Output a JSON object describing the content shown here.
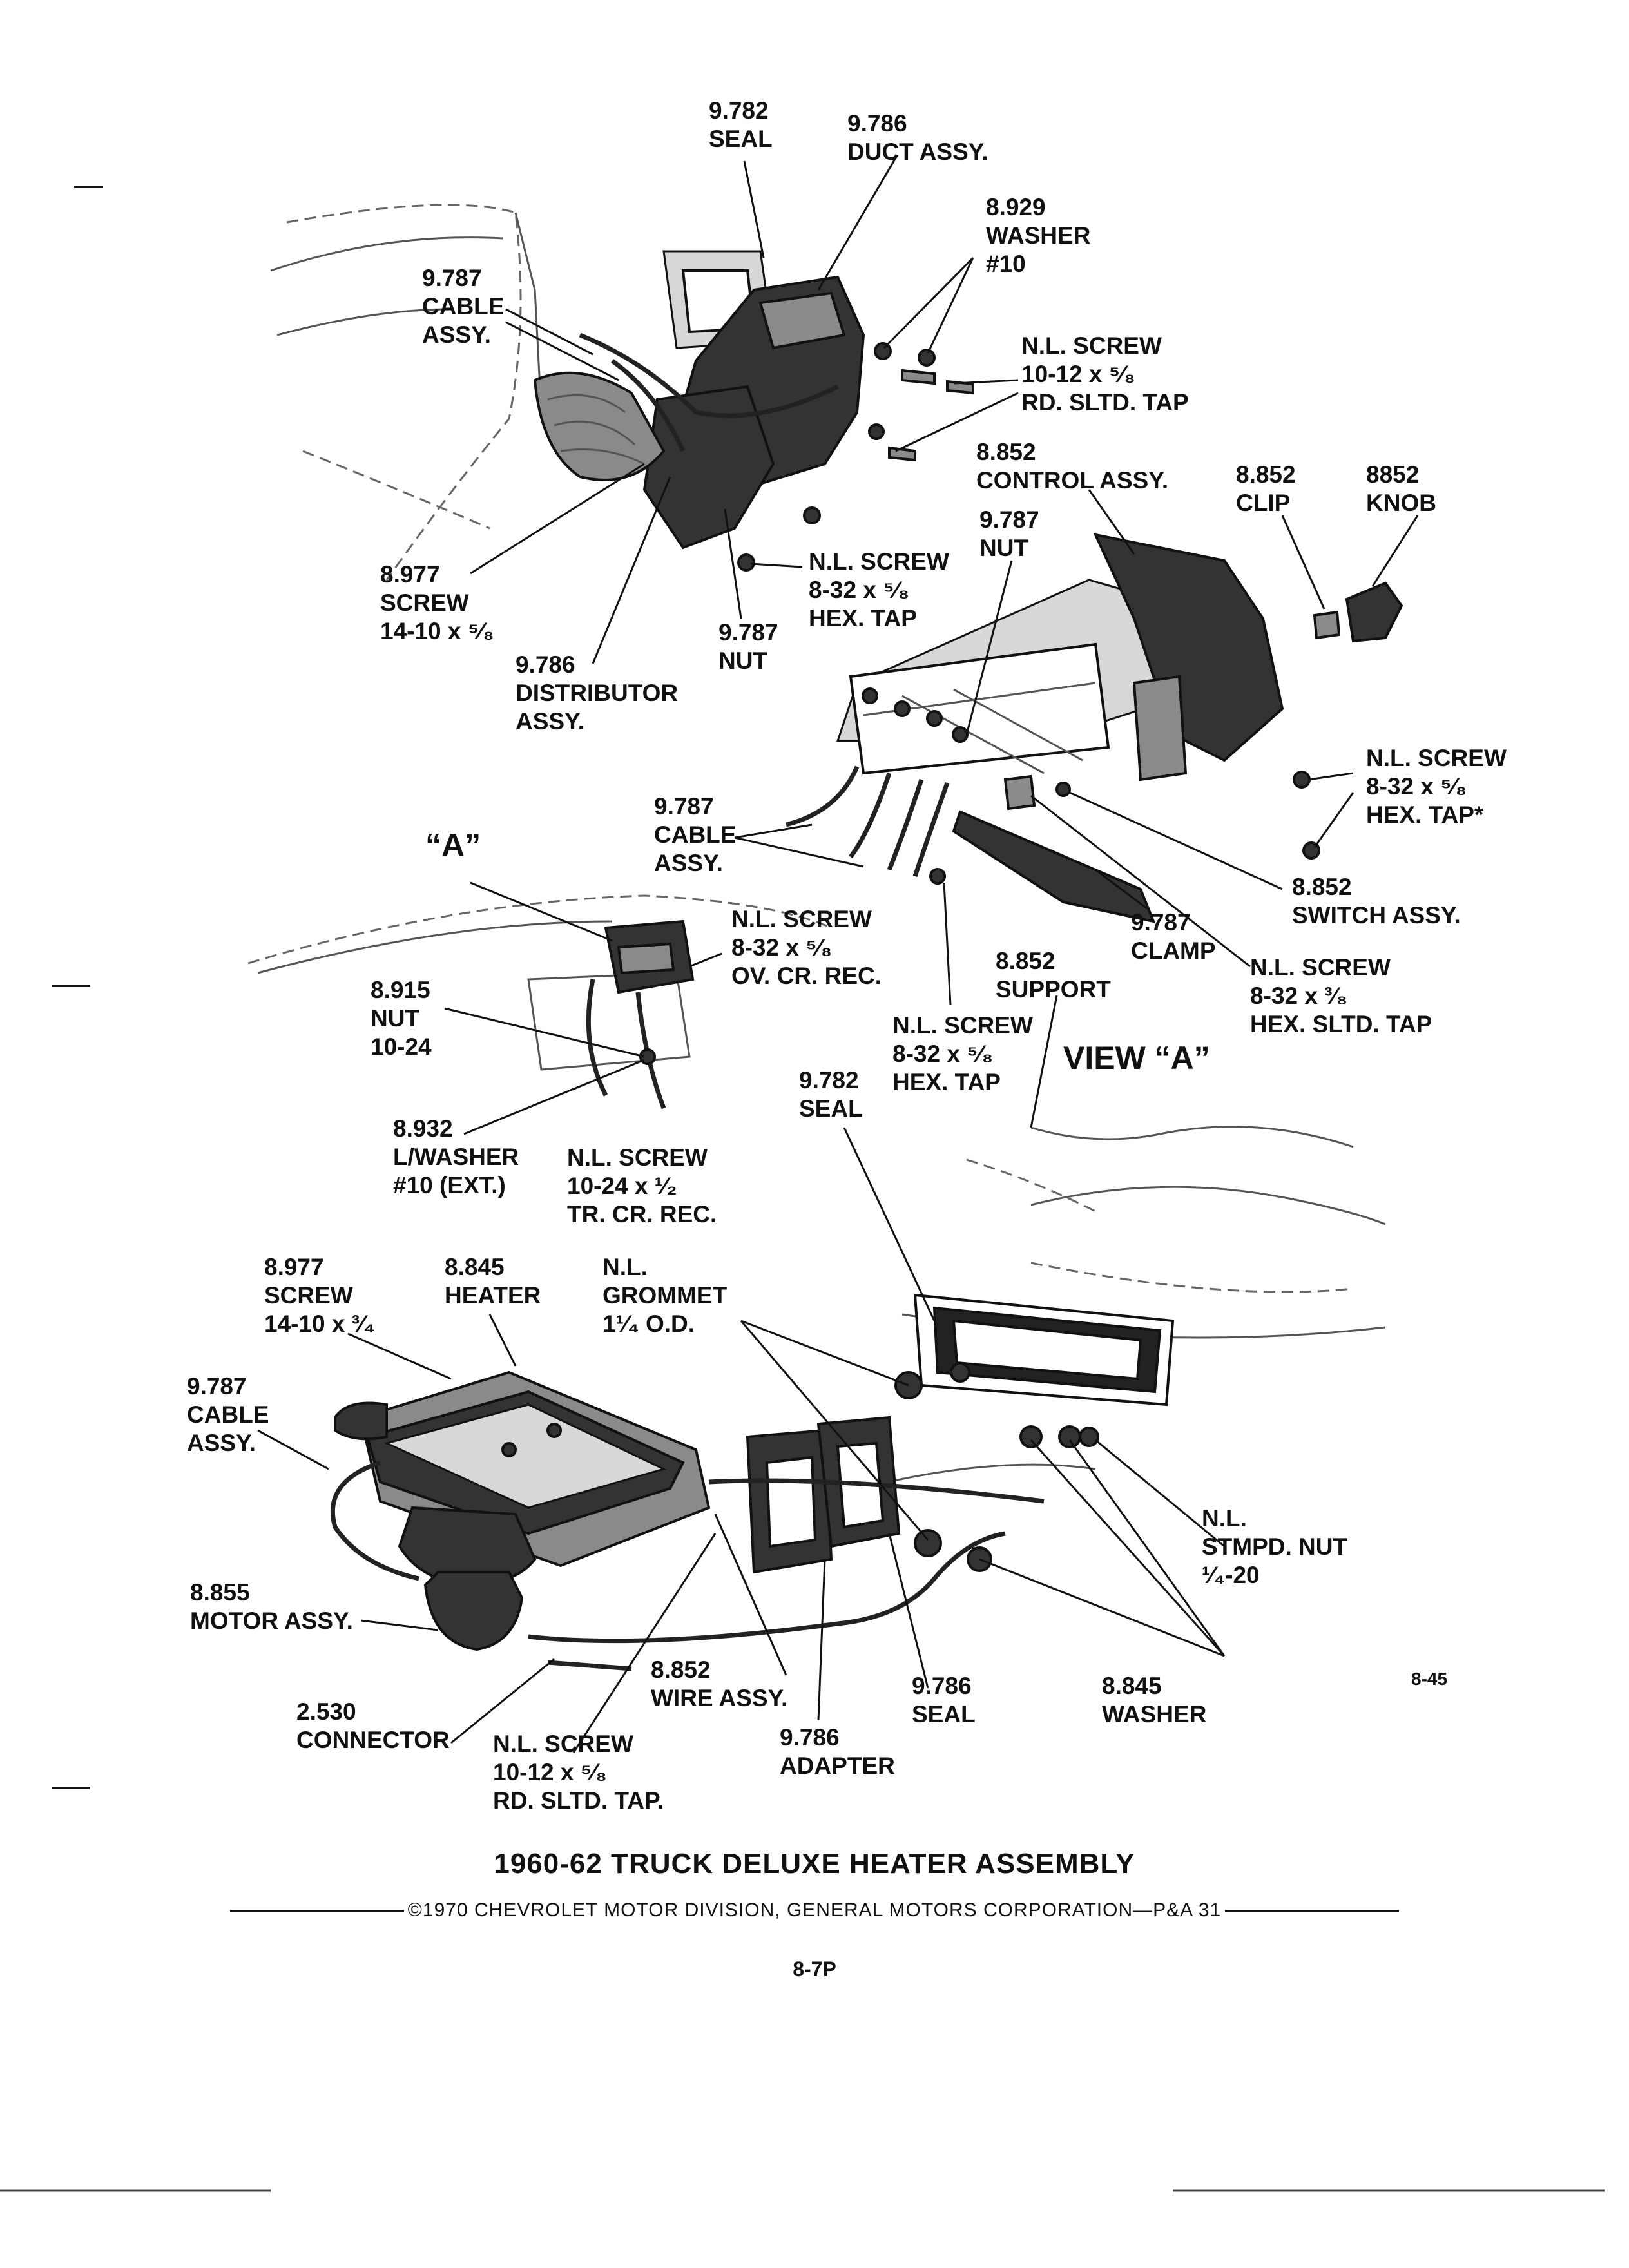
{
  "labels": {
    "seal_9782_top": [
      "9.782",
      "SEAL"
    ],
    "duct_assy": [
      "9.786",
      "DUCT ASSY."
    ],
    "washer_8929": [
      "8.929",
      "WASHER",
      "#10"
    ],
    "cable_assy_top": [
      "9.787",
      "CABLE",
      "ASSY."
    ],
    "screw_nl_1012_top": [
      "N.L. SCREW",
      "10-12 x ⁵⁄₈",
      "RD. SLTD. TAP"
    ],
    "control_assy": [
      "8.852",
      "CONTROL ASSY."
    ],
    "clip": [
      "8.852",
      "CLIP"
    ],
    "knob": [
      "8852",
      "KNOB"
    ],
    "nut_9787_upper": [
      "9.787",
      "NUT"
    ],
    "screw_8977_top": [
      "8.977",
      "SCREW",
      "14-10 x ⁵⁄₈"
    ],
    "screw_nl_832_hex_left": [
      "N.L. SCREW",
      "8-32 x ⁵⁄₈",
      "HEX. TAP"
    ],
    "nut_9787_lower": [
      "9.787",
      "NUT"
    ],
    "distributor_assy": [
      "9.786",
      "DISTRIBUTOR",
      "ASSY."
    ],
    "screw_nl_832_hex_right": [
      "N.L. SCREW",
      "8-32 x ⁵⁄₈",
      "HEX. TAP*"
    ],
    "cable_assy_mid": [
      "9.787",
      "CABLE",
      "ASSY."
    ],
    "view_a_marker": [
      "“A”"
    ],
    "switch_assy": [
      "8.852",
      "SWITCH ASSY."
    ],
    "screw_nl_832_ov": [
      "N.L. SCREW",
      "8-32 x ⁵⁄₈",
      "OV. CR. REC."
    ],
    "clamp": [
      "9.787",
      "CLAMP"
    ],
    "screw_nl_832_38": [
      "N.L. SCREW",
      "8-32 x ³⁄₈",
      "HEX. SLTD. TAP"
    ],
    "nut_8915": [
      "8.915",
      "NUT",
      "10-24"
    ],
    "support": [
      "8.852",
      "SUPPORT"
    ],
    "screw_nl_832_hex_mid": [
      "N.L. SCREW",
      "8-32 x ⁵⁄₈",
      "HEX. TAP"
    ],
    "view_a": [
      "VIEW “A”"
    ],
    "seal_9782_mid": [
      "9.782",
      "SEAL"
    ],
    "lwasher_8932": [
      "8.932",
      "L/WASHER",
      "#10 (EXT.)"
    ],
    "screw_nl_1024": [
      "N.L. SCREW",
      "10-24 x ¹⁄₂",
      "TR. CR. REC."
    ],
    "screw_8977_bottom": [
      "8.977",
      "SCREW",
      "14-10 x ³⁄₄"
    ],
    "heater": [
      "8.845",
      "HEATER"
    ],
    "grommet": [
      "N.L.",
      "GROMMET",
      "1¹⁄₄ O.D."
    ],
    "cable_assy_bottom": [
      "9.787",
      "CABLE",
      "ASSY."
    ],
    "stmpd_nut": [
      "N.L.",
      "STMPD. NUT",
      "¹⁄₄-20"
    ],
    "motor_assy": [
      "8.855",
      "MOTOR ASSY."
    ],
    "connector": [
      "2.530",
      "CONNECTOR"
    ],
    "wire_assy": [
      "8.852",
      "WIRE ASSY."
    ],
    "seal_9786": [
      "9.786",
      "SEAL"
    ],
    "washer_8845": [
      "8.845",
      "WASHER"
    ],
    "screw_nl_1012_bottom": [
      "N.L. SCREW",
      "10-12 x ⁵⁄₈",
      "RD. SLTD. TAP."
    ],
    "adapter": [
      "9.786",
      "ADAPTER"
    ]
  },
  "figure_number": "8-45",
  "title": "1960-62 TRUCK DELUXE HEATER ASSEMBLY",
  "copyright": "©1970 CHEVROLET MOTOR DIVISION, GENERAL MOTORS CORPORATION—P&A 31",
  "page_number": "8-7P"
}
